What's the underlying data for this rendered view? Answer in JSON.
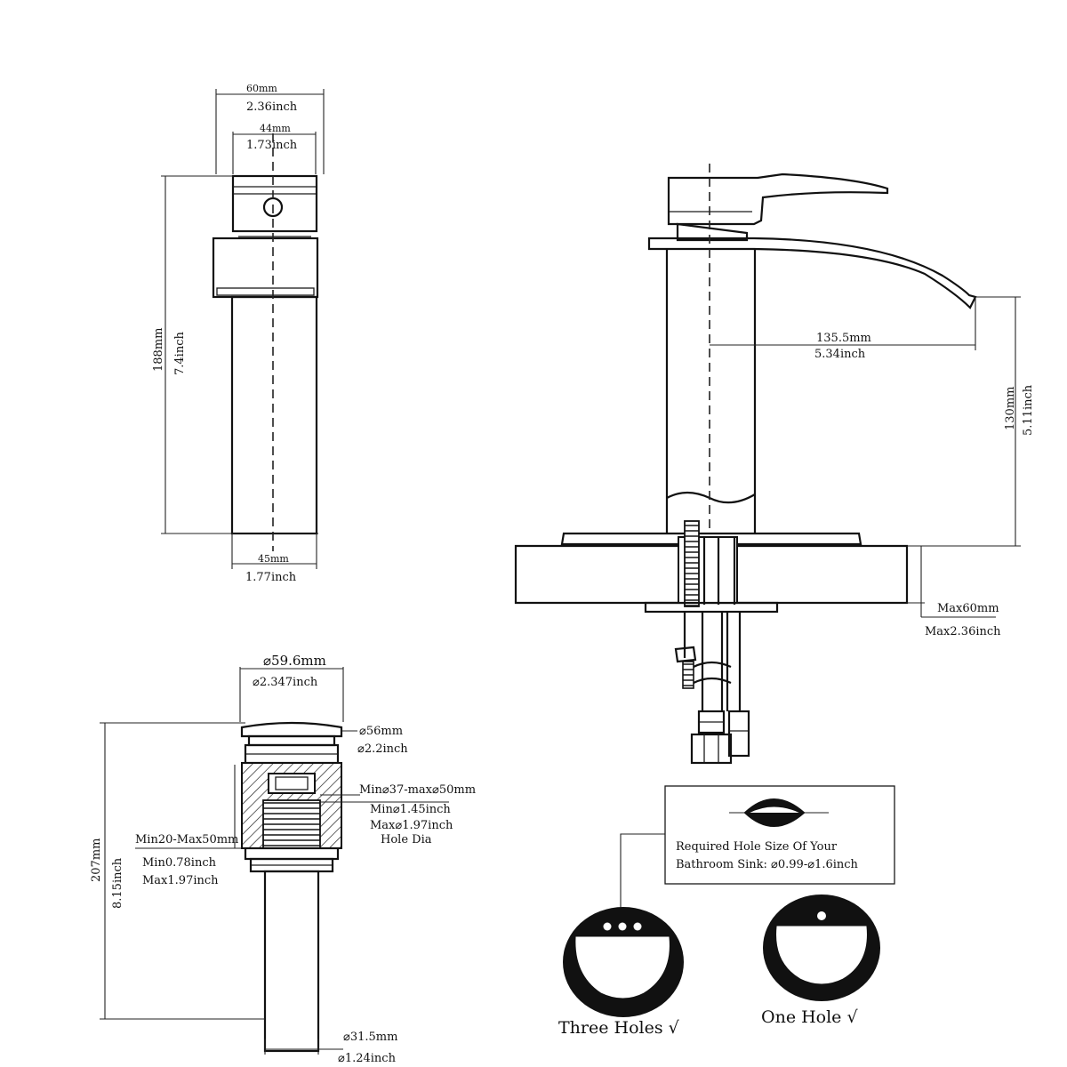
{
  "handle_view": {
    "top_width_mm": "60mm",
    "top_width_in": "2.36inch",
    "inner_width_mm": "44mm",
    "inner_width_in": "1.73inch",
    "height_mm": "188mm",
    "height_in": "7.4inch",
    "base_width_mm": "45mm",
    "base_width_in": "1.77inch"
  },
  "faucet_view": {
    "spout_reach_mm": "135.5mm",
    "spout_reach_in": "5.34inch",
    "spout_height_mm": "130mm",
    "spout_height_in": "5.11inch",
    "max_deck_mm": "Max60mm",
    "max_deck_in": "Max2.36inch"
  },
  "drain_view": {
    "cap_dia_mm": "⌀59.6mm",
    "cap_dia_in": "⌀2.347inch",
    "flange_dia_mm": "⌀56mm",
    "flange_dia_in": "⌀2.2inch",
    "hole_dia_mm": "Min⌀37-max⌀50mm",
    "hole_min_in": "Min⌀1.45inch",
    "hole_max_in": "Max⌀1.97inch",
    "hole_label": "Hole Dia",
    "thickness_mm": "Min20-Max50mm",
    "thickness_min_in": "Min0.78inch",
    "thickness_max_in": "Max1.97inch",
    "height_mm": "207mm",
    "height_in": "8.15inch",
    "pipe_dia_mm": "⌀31.5mm",
    "pipe_dia_in": "⌀1.24inch"
  },
  "hole_info": {
    "line1": "Required Hole Size Of Your",
    "line2": "Bathroom Sink: ⌀0.99-⌀1.6inch"
  },
  "sinks": {
    "three_holes": "Three Holes √",
    "one_hole": "One Hole  √"
  }
}
